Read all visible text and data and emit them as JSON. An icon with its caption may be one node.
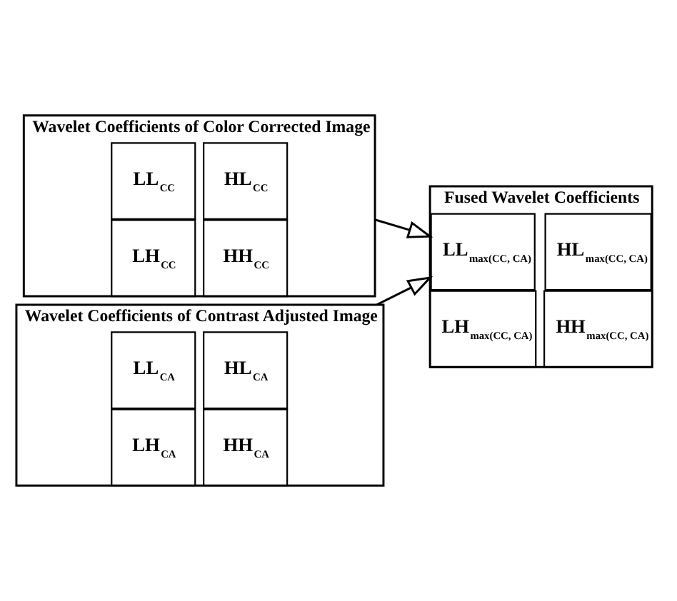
{
  "diagram": {
    "nodes": [
      {
        "text": [
          "Wavelet Coefficients of Color Corrected Image"
        ]
      },
      {
        "text": [
          "LL$_{CC}$"
        ],
        "in": 0
      },
      {
        "text": [
          "HL$_{CC}$"
        ],
        "in": 0
      },
      {
        "text": [
          "LH$_{CC}$"
        ],
        "in": 0
      },
      {
        "text": [
          "HH$_{CC}$"
        ],
        "in": 0
      },
      {
        "text": [
          "Wavelet Coefficients of Contrast Adjusted Image"
        ]
      },
      {
        "text": [
          "LL$_{CA}$"
        ],
        "in": 5
      },
      {
        "text": [
          "HL$_{CA}$"
        ],
        "in": 5
      },
      {
        "text": [
          "LH$_{CA}$"
        ],
        "in": 5
      },
      {
        "text": [
          "HH$_{CA}$"
        ],
        "in": 5
      },
      {
        "text": [
          "Fused Wavelet Coefficients"
        ]
      },
      {
        "text": [
          "LL$_{max(CC, CA)}$"
        ],
        "in": 10
      },
      {
        "text": [
          "HL$_{max(CC, CA)}$"
        ],
        "in": 10
      },
      {
        "text": [
          "LH$_{max(CC, CA)}$"
        ],
        "in": 10
      },
      {
        "text": [
          "HH$_{max(CC, CA)}$"
        ],
        "in": 10
      }
    ],
    "edges": [
      {
        "from": 0,
        "to": 10,
        "arrow": "to"
      },
      {
        "from": 5,
        "to": 10,
        "arrow": "to"
      }
    ]
  }
}
